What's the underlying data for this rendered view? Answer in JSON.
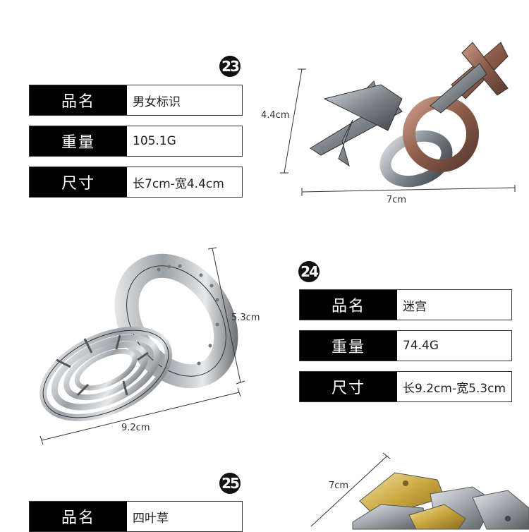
{
  "products": [
    {
      "number": "23",
      "name_label": "品名",
      "name_value": "男女标识",
      "weight_label": "重量",
      "weight_value": "105.1G",
      "size_label": "尺寸",
      "size_value": "长7cm-宽4.4cm",
      "dim_height": "4.4cm",
      "dim_width": "7cm"
    },
    {
      "number": "24",
      "name_label": "品名",
      "name_value": "迷宫",
      "weight_label": "重量",
      "weight_value": "74.4G",
      "size_label": "尺寸",
      "size_value": "长9.2cm-宽5.3cm",
      "dim_height": "5.3cm",
      "dim_width": "9.2cm"
    },
    {
      "number": "25",
      "name_label": "品名",
      "name_value": "四叶草",
      "dim_width": "7cm"
    }
  ]
}
